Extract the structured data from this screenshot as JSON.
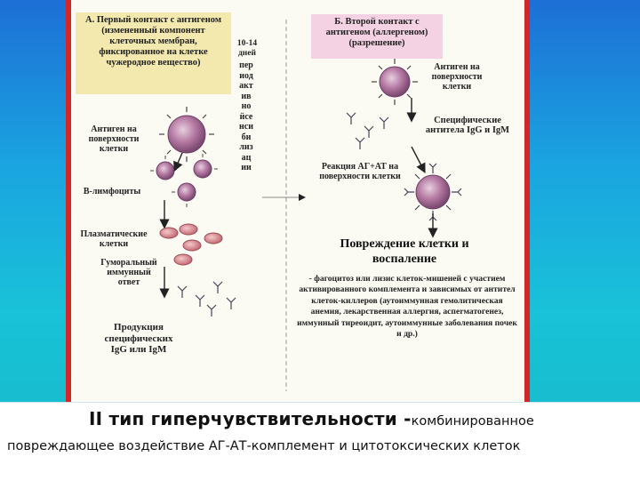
{
  "colors": {
    "background_top": "#1d6fd6",
    "background_bottom": "#16b9c6",
    "panel_border": "#d32626",
    "box_a_fill": "#f3e8ad",
    "box_b_fill": "#f4d1e3",
    "cell_fill": "#b77aa6"
  },
  "panel_a": {
    "title": "А. Первый контакт с антигеном (измененный компонент клеточных мембран, фиксированное на клетке чужеродное вещество)",
    "antigen_label": "Антиген на поверхности клетки",
    "b_cells_label": "В-лимфоциты",
    "plasma_label": "Плазматические клетки",
    "humoral_label": "Гуморальный иммунный ответ",
    "products_line1": "Продукция",
    "products_line2": "специфических",
    "products_line3": "IgG  или IgM"
  },
  "period": {
    "days": "10-14 дней",
    "vertical_text": "периодактивнойсенсибилизации"
  },
  "panel_b": {
    "title": "Б. Второй контакт с антигеном (аллергеном) (разрешение)",
    "antigen_label": "Антиген на поверхности клетки",
    "antibodies_label": "Специфические антитела IgG и IgM",
    "reaction_label": "Реакция АГ+АТ на поверхности клетки",
    "damage_heading": "Повреждение клетки и воспаление",
    "damage_text": "- фагоцитоз или лизис клеток-мишеней с участием активированного комплемента и зависимых от антител клеток-киллеров (аутоиммунная гемолитическая анемия, лекарственная аллергия, аспerматогенез, иммунный тиреоидит, аутоиммунные заболевания почек и др.)"
  },
  "caption": {
    "title_bold": "II тип гиперчувствительности -",
    "title_rest": "комбинированное",
    "subtitle": "повреждающее воздействие АГ-АТ-комплемент и цитотоксических клеток"
  }
}
